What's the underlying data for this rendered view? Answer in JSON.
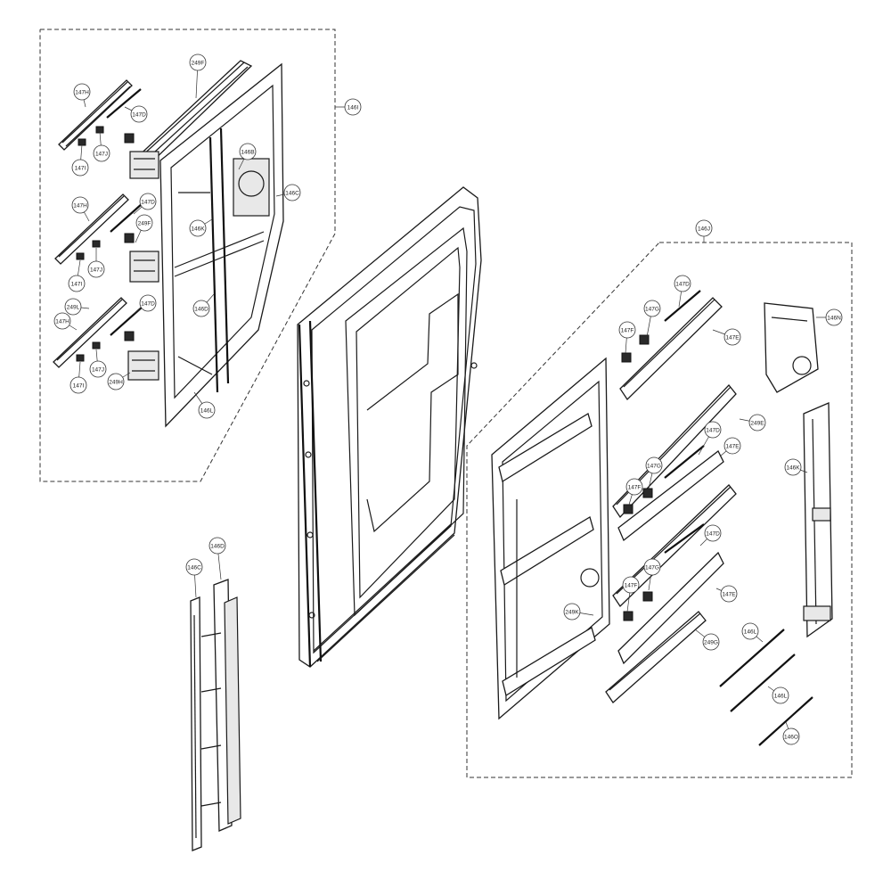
{
  "callouts": {
    "c147h_1": "147H",
    "c249f_1": "249F",
    "c147d_1": "147D",
    "c147i_1": "147I",
    "c147j_1": "147J",
    "c146b": "146B",
    "c146c_a": "146C",
    "c146k_a": "146K",
    "c146i": "146I",
    "c147h_2": "147H",
    "c147d_2": "147D",
    "c249f_2": "249F",
    "c147i_2": "147I",
    "c147j_2": "147J",
    "c249l": "249L",
    "c146d_a": "146D",
    "c147h_3": "147H",
    "c147d_3": "147D",
    "c147i_3": "147I",
    "c147j_3": "147J",
    "c249h": "249H",
    "c146l_a": "146L",
    "c146j": "146J",
    "c147d_4": "147D",
    "c147g_1": "147G",
    "c147f_1": "147F",
    "c147e_1": "147E",
    "c146n": "146N",
    "c249e": "249E",
    "c147d_5": "147D",
    "c147e_2": "147E",
    "c147g_2": "147G",
    "c147f_2": "147F",
    "c146k_b": "146K",
    "c147d_6": "147D",
    "c147g_3": "147G",
    "c147f_3": "147F",
    "c147e_3": "147E",
    "c249k": "249K",
    "c249g": "249G",
    "c146l_b": "146L",
    "c146l_c": "146L",
    "c146o": "146O",
    "c146d_b": "146D",
    "c146c_b": "146C"
  }
}
